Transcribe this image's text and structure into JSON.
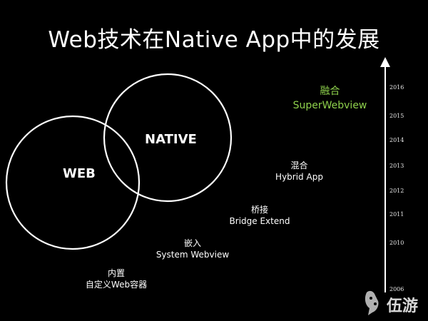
{
  "title": "Web技术在Native App中的发展",
  "venn": {
    "left_label": "WEB",
    "right_label": "NATIVE"
  },
  "stages": [
    {
      "cn": "内置",
      "en": "自定义Web容器"
    },
    {
      "cn": "嵌入",
      "en": "System Webview"
    },
    {
      "cn": "桥接",
      "en": "Bridge Extend"
    },
    {
      "cn": "混合",
      "en": "Hybrid App"
    },
    {
      "cn": "融合",
      "en": "SuperWebview",
      "highlight": true
    }
  ],
  "timeline": {
    "years": [
      "2016",
      "2015",
      "2014",
      "2013",
      "2012",
      "2011",
      "2010",
      "2006"
    ]
  },
  "colors": {
    "background": "#000000",
    "text": "#ffffff",
    "highlight": "#8ed14c"
  },
  "watermark": {
    "text": "伍游",
    "icon": "gamepad-logo-icon"
  }
}
